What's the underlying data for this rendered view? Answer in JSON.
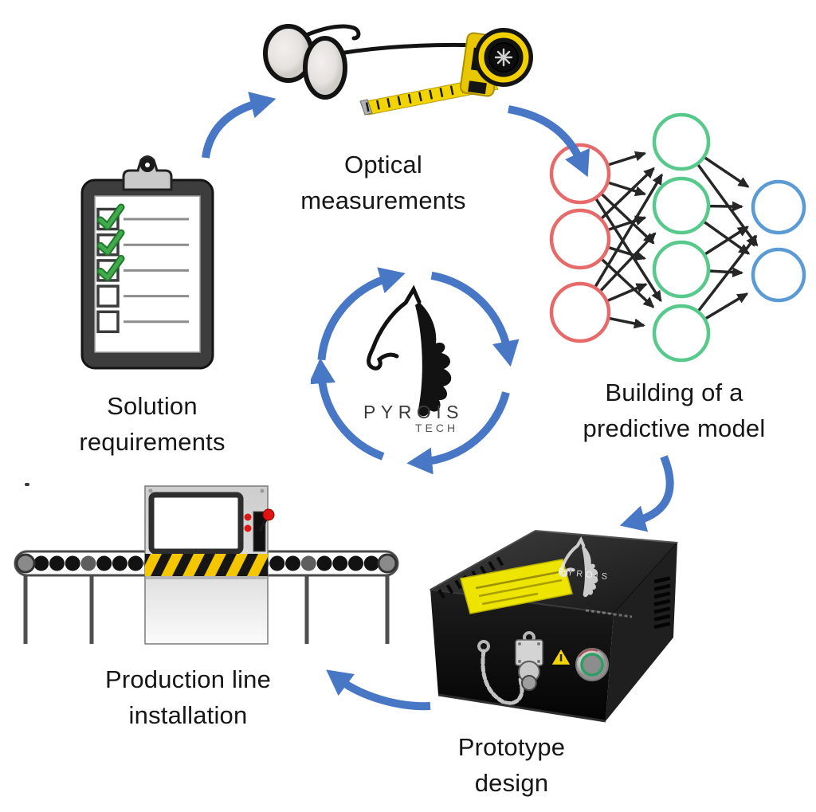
{
  "logo": {
    "brand": "PYROIS",
    "sub": "TECH"
  },
  "stages": [
    {
      "id": "solution-requirements",
      "lines": [
        "Solution",
        "requirements"
      ]
    },
    {
      "id": "optical-measurements",
      "lines": [
        "Optical",
        "measurements"
      ]
    },
    {
      "id": "predictive-model",
      "lines": [
        "Building of a",
        "predictive model"
      ]
    },
    {
      "id": "prototype-design",
      "lines": [
        "Prototype",
        "design"
      ]
    },
    {
      "id": "production-line",
      "lines": [
        "Production line",
        "installation"
      ]
    }
  ],
  "checklist": {
    "items": [
      {
        "checked": true
      },
      {
        "checked": true
      },
      {
        "checked": true
      },
      {
        "checked": false
      },
      {
        "checked": false
      }
    ]
  },
  "neural_network": {
    "layers": [
      {
        "name": "input",
        "color": "#e66a6a",
        "count": 3
      },
      {
        "name": "hidden",
        "color": "#57c98b",
        "count": 4
      },
      {
        "name": "output",
        "color": "#5b9bd5",
        "count": 2
      }
    ]
  },
  "conveyor": {
    "rollers": 22,
    "gray_rollers": [
      3,
      17
    ]
  },
  "device": {
    "top_text": "PYROIS"
  },
  "colors": {
    "arrow_blue": "#4877C5",
    "text": "#161616",
    "node_red": "#e66a6a",
    "node_green": "#57c98b",
    "node_blue": "#5b9bd5",
    "link_black": "#262626",
    "check_green": "#43aa4b",
    "hazard_yellow": "#f3c600",
    "tape_yellow": "#f2d400"
  }
}
